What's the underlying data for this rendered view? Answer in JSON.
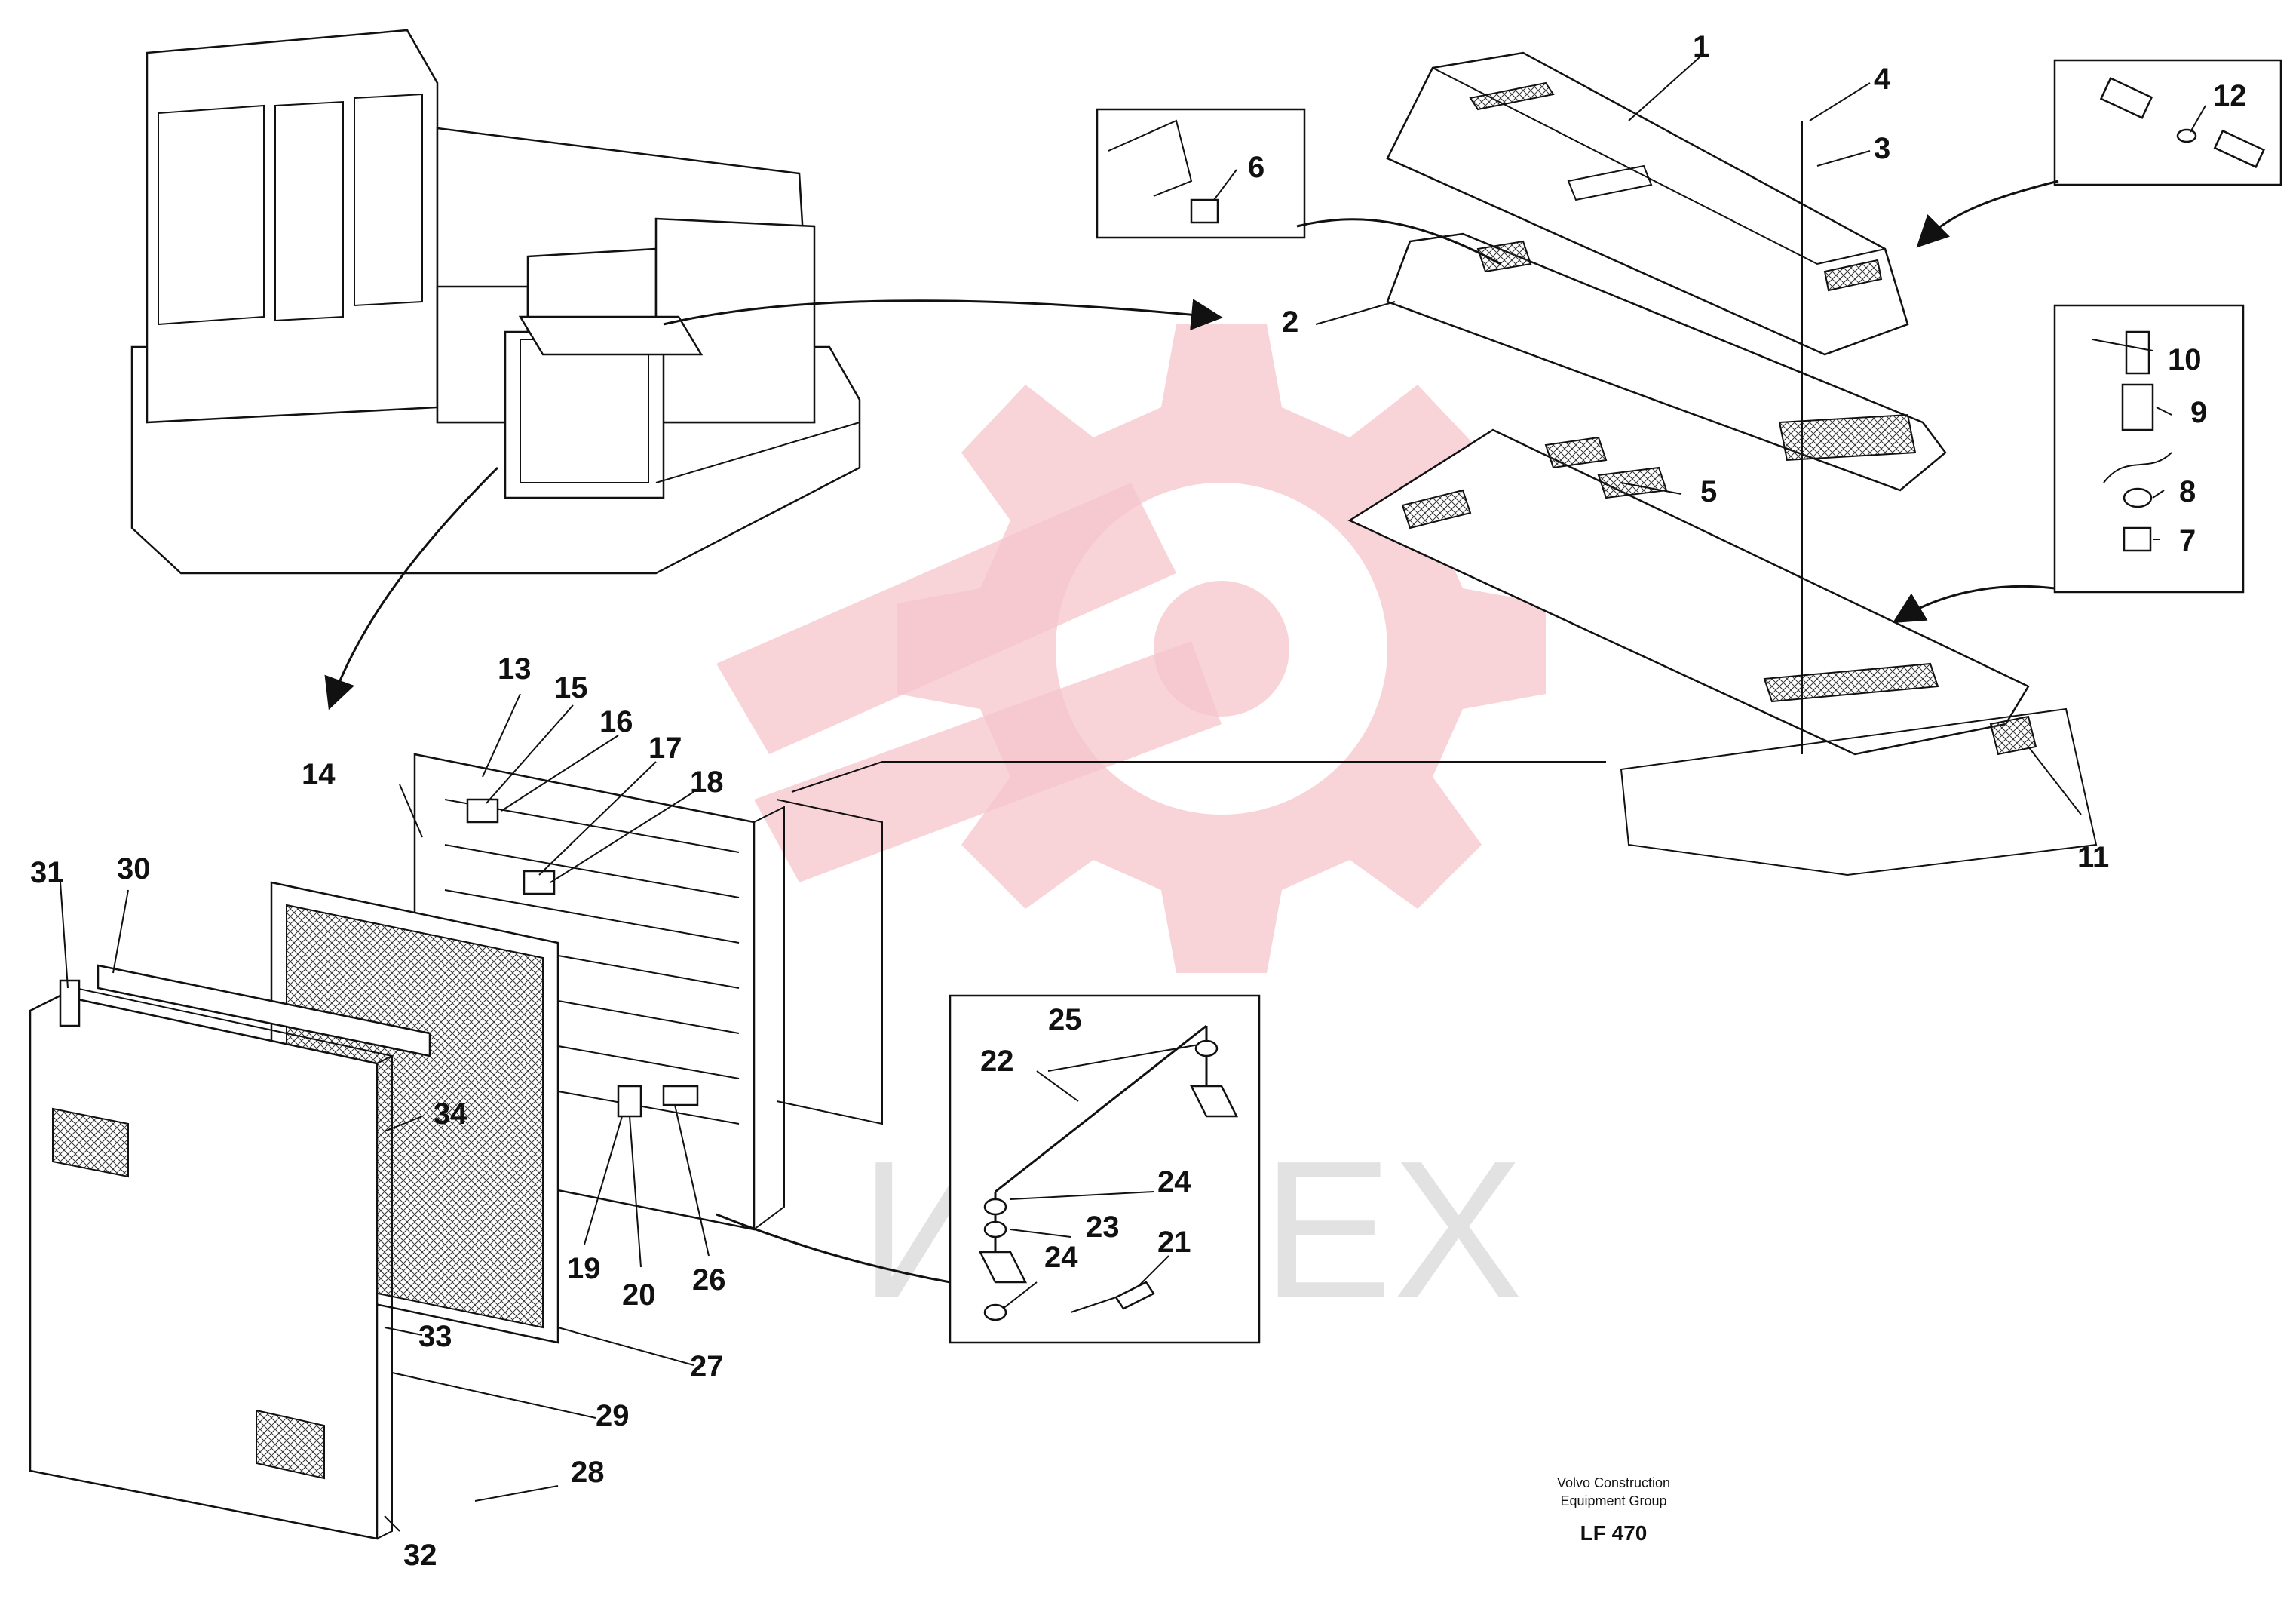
{
  "diagram": {
    "part_labels": [
      "1",
      "2",
      "3",
      "4",
      "5",
      "6",
      "7",
      "8",
      "9",
      "10",
      "11",
      "12",
      "13",
      "14",
      "15",
      "16",
      "17",
      "18",
      "19",
      "20",
      "21",
      "22",
      "23",
      "24",
      "24",
      "25",
      "26",
      "27",
      "28",
      "29",
      "30",
      "31",
      "32",
      "33",
      "34"
    ],
    "footer": {
      "line1": "Volvo Construction",
      "line2": "Equipment Group",
      "code": "LF 470"
    },
    "watermark_text": "ИНТЕХ"
  },
  "colors": {
    "watermark_gear": "#f6c6cc",
    "line": "#111111"
  }
}
